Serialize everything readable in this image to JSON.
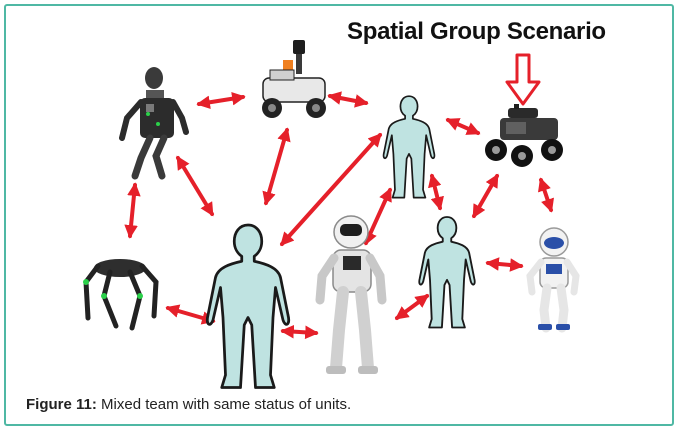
{
  "diagram": {
    "title": "Spatial Group Scenario",
    "caption_label": "Figure 11:",
    "caption_text": "Mixed team with same status of units."
  },
  "colors": {
    "frame": "#4fb8a4",
    "arrow": "#e5202a",
    "human_fill": "#bfe3e1",
    "human_stroke": "#1a1a1a",
    "robot_dark": "#2c2c2c",
    "robot_light": "#c8c8c8",
    "robot_blue": "#2a4fa8",
    "sensor_orange": "#f08020"
  },
  "icons": [
    "humanoid-robot-icon",
    "wheeled-robot-icon",
    "human-silhouette-icon",
    "rover-robot-icon",
    "legged-robot-icon",
    "asimo-robot-icon",
    "nao-robot-icon",
    "down-arrow-icon"
  ]
}
